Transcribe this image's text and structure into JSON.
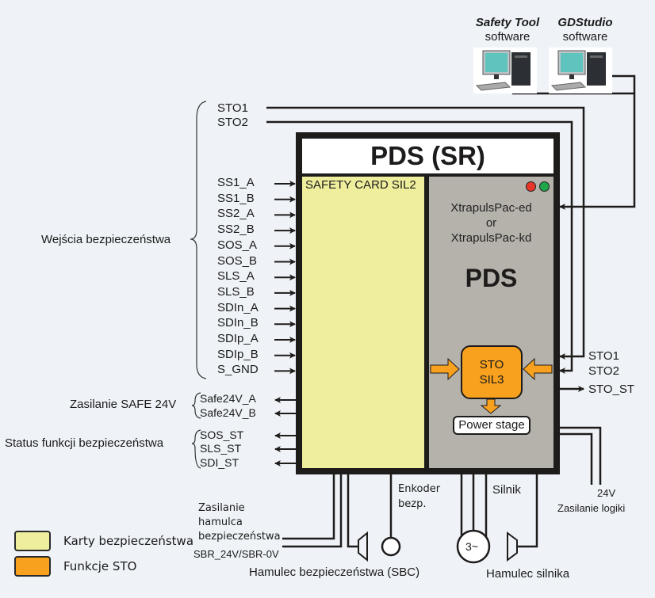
{
  "software": [
    {
      "name": "Safety Tool",
      "caption": "software"
    },
    {
      "name": "GDStudio",
      "caption": "software"
    }
  ],
  "device": {
    "title": "PDS (SR)",
    "safety_card_label": "SAFETY CARD SIL2",
    "drive_model_1": "XtrapulsPac-ed",
    "drive_model_or": "or",
    "drive_model_2": "XtrapulsPac-kd",
    "pds_label": "PDS",
    "sto_block": {
      "line1": "STO",
      "line2": "SIL3"
    },
    "power_stage": "Power stage",
    "leds": [
      {
        "name": "red-led",
        "color": "#e8372a"
      },
      {
        "name": "green-led",
        "color": "#1fa64a"
      }
    ]
  },
  "inputs_group_label": "Wejścia bezpieczeństwa",
  "sto_inputs": [
    "STO1",
    "STO2"
  ],
  "safety_inputs": [
    "SS1_A",
    "SS1_B",
    "SS2_A",
    "SS2_B",
    "SOS_A",
    "SOS_B",
    "SLS_A",
    "SLS_B",
    "SDIn_A",
    "SDIn_B",
    "SDIp_A",
    "SDIp_B",
    "S_GND"
  ],
  "supply_group_label": "Zasilanie SAFE 24V",
  "supply_outputs": [
    "Safe24V_A",
    "Safe24V_B"
  ],
  "status_group_label": "Status funkcji bezpieczeństwa",
  "status_outputs": [
    "SOS_ST",
    "SLS_ST",
    "SDI_ST"
  ],
  "right_signals": {
    "sto1": "STO1",
    "sto2": "STO2",
    "sto_st": "STO_ST"
  },
  "logic_supply": {
    "line1": "24V",
    "line2": "Zasilanie logiki"
  },
  "bottom": {
    "brake_supply": [
      "Zasilanie",
      "hamulca",
      "bezpieczeństwa",
      "SBR_24V/SBR-0V"
    ],
    "encoder": [
      "Enkoder",
      "bezp."
    ],
    "motor": "Silnik",
    "motor_symbol": "3~",
    "sbc_label": "Hamulec bezpieczeństwa (SBC)",
    "motor_brake_label": "Hamulec silnika"
  },
  "legend": [
    {
      "label": "Karty bezpieczeństwa",
      "color": "#eeee9d"
    },
    {
      "label": "Funkcje STO",
      "color": "#f7a11f"
    }
  ],
  "colors": {
    "background": "#eff3f7",
    "frame": "#1e1b1b",
    "safety_card": "#eeee9d",
    "pds_panel": "#b5b2ab",
    "sto": "#f7a11f",
    "header": "#ffffff"
  }
}
